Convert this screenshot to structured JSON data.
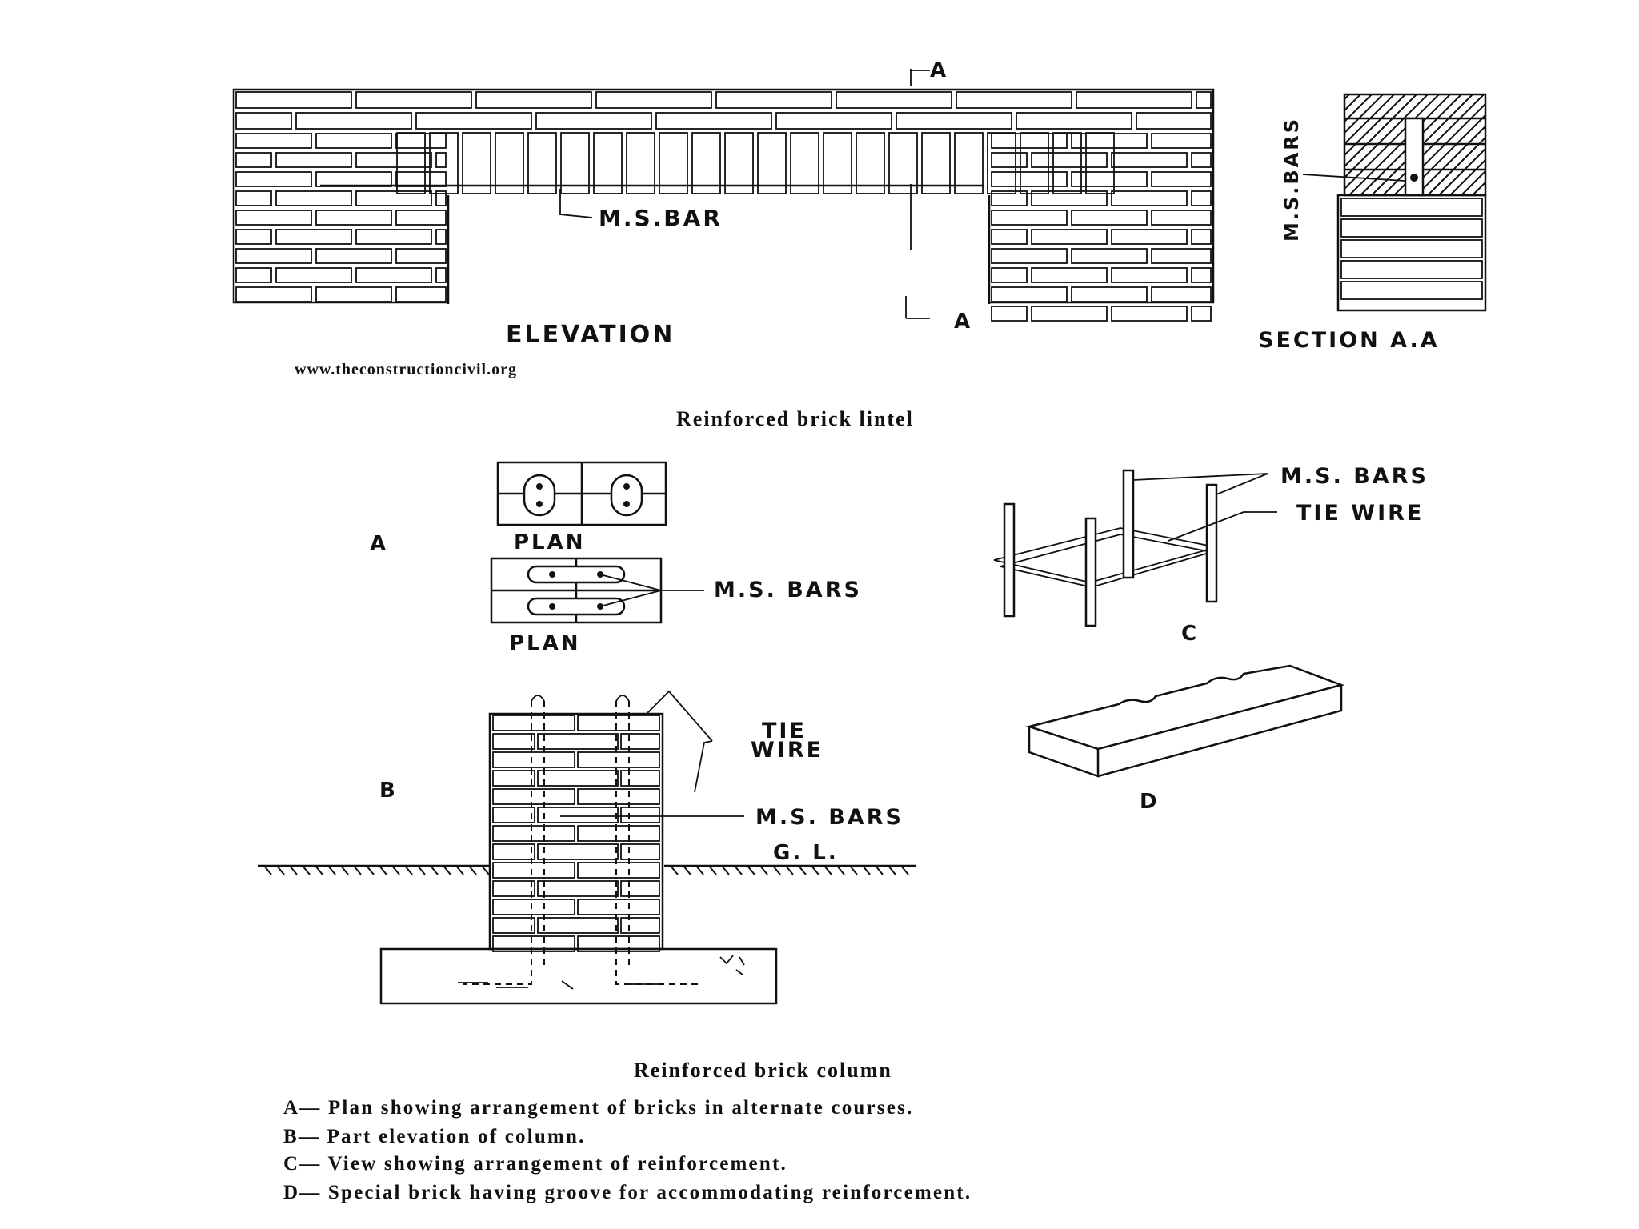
{
  "lintel": {
    "elevation_label": "ELEVATION",
    "section_label": "SECTION A.A",
    "bar_label": "M.S.BAR",
    "section_bars_label": "M.S.BARS",
    "cut_top": "A",
    "cut_bottom": "A",
    "website": "www.theconstructioncivil.org",
    "caption": "Reinforced brick lintel"
  },
  "column": {
    "fig_a_letter": "A",
    "fig_a_plan_top": "PLAN",
    "fig_a_plan_bottom": "PLAN",
    "fig_a_bars": "M.S. BARS",
    "fig_b_letter": "B",
    "fig_b_tie_1": "TIE",
    "fig_b_tie_2": "WIRE",
    "fig_b_bars": "M.S. BARS",
    "fig_b_gl": "G. L.",
    "fig_c_letter": "C",
    "fig_c_bars": "M.S. BARS",
    "fig_c_tie": "TIE WIRE",
    "fig_d_letter": "D",
    "caption": "Reinforced brick column",
    "legend": [
      "A— Plan showing arrangement of bricks in alternate courses.",
      "B— Part elevation of column.",
      "C— View showing arrangement of reinforcement.",
      "D— Special brick having groove for accommodating reinforcement."
    ]
  }
}
